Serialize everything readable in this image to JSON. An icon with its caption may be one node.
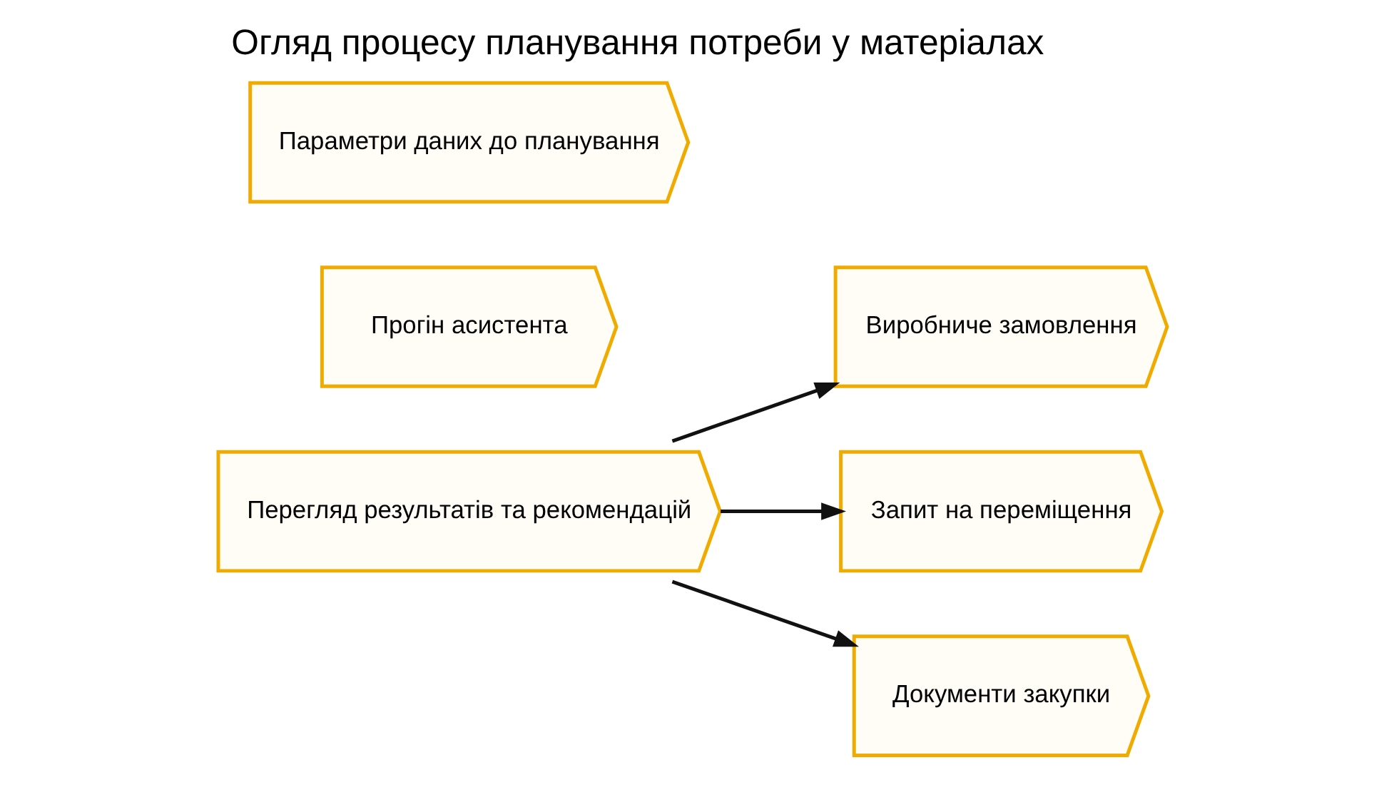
{
  "diagram": {
    "title": "Огляд процесу планування потреби у матеріалах",
    "nodes": [
      {
        "text": [
          "Параметри даних до планування"
        ]
      },
      {
        "text": [
          "Прогін асистента"
        ]
      },
      {
        "text": [
          "Перегляд результатів та рекомендацій"
        ]
      },
      {
        "text": [
          "Виробниче замовлення"
        ]
      },
      {
        "text": [
          "Запит на переміщення"
        ]
      },
      {
        "text": [
          "Документи закупки"
        ]
      }
    ],
    "edges": [
      {
        "from": 2,
        "to": 3,
        "arrow": "to"
      },
      {
        "from": 2,
        "to": 4,
        "arrow": "to"
      },
      {
        "from": 2,
        "to": 5,
        "arrow": "to"
      }
    ]
  }
}
